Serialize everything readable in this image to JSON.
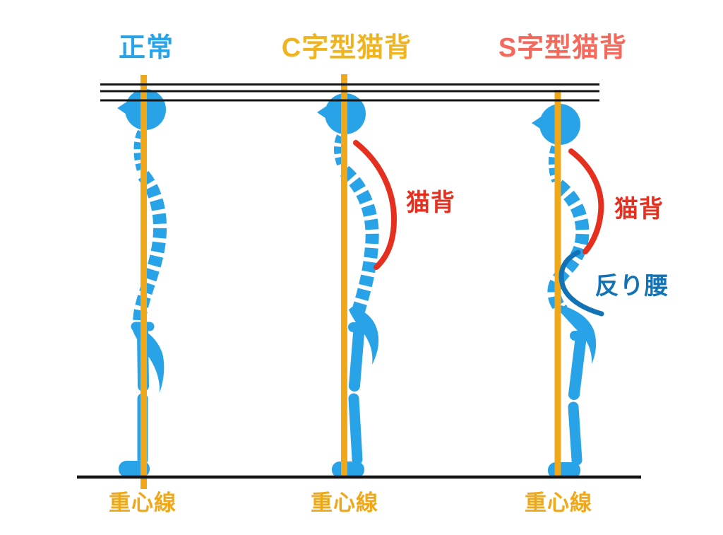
{
  "diagram_title": "posture-comparison",
  "figures": [
    {
      "id": "normal",
      "title": "正常",
      "axis_label": "重心線",
      "annotations": []
    },
    {
      "id": "c-type",
      "title": "C字型猫背",
      "axis_label": "重心線",
      "annotations": [
        {
          "label": "猫背",
          "color": "#E5301F"
        }
      ]
    },
    {
      "id": "s-type",
      "title": "S字型猫背",
      "axis_label": "重心線",
      "annotations": [
        {
          "label": "猫背",
          "color": "#E5301F"
        },
        {
          "label": "反り腰",
          "color": "#1272B6"
        }
      ]
    }
  ],
  "colors": {
    "body-blue": "#29A3E8",
    "line-orange": "#F0A818",
    "annotation-red": "#E5301F",
    "annotation-dark-blue": "#1272B6",
    "title-normal": "#29A3E8",
    "title-c": "#F0B41E",
    "title-s": "#F4695B",
    "line-black": "#141414",
    "bg": "#FFFFFF"
  }
}
